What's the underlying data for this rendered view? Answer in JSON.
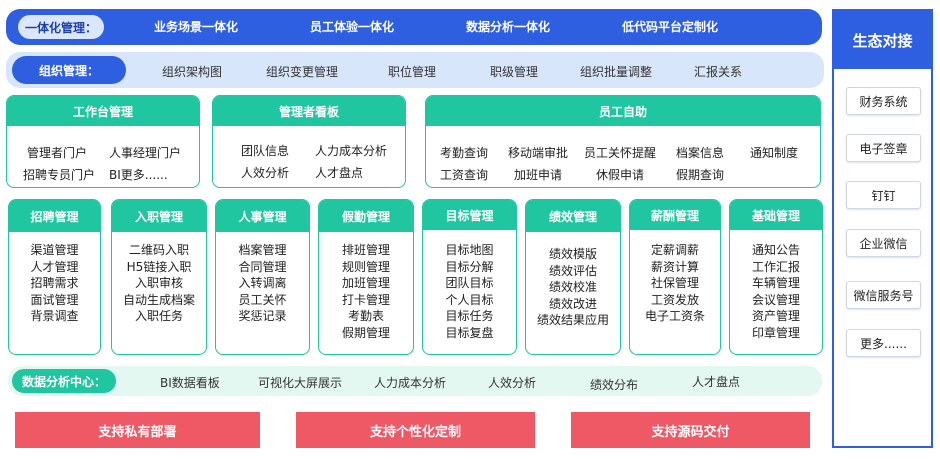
{
  "row1": {
    "label": "一体化管理：",
    "items": [
      "业务场景一体化",
      "员工体验一体化",
      "数据分析一体化",
      "低代码平台定制化"
    ]
  },
  "row2": {
    "label": "组织管理：",
    "items": [
      "组织架构图",
      "组织变更管理",
      "职位管理",
      "职级管理",
      "组织批量调整",
      "汇报关系"
    ]
  },
  "workbench": {
    "title": "工作台管理",
    "items": [
      "管理者门户",
      "人事经理门户",
      "招聘专员门户",
      "BI更多......"
    ]
  },
  "manager_board": {
    "title": "管理者看板",
    "items": [
      "团队信息",
      "人力成本分析",
      "人效分析",
      "人才盘点"
    ]
  },
  "self_service": {
    "title": "员工自助",
    "items": [
      "考勤查询",
      "移动端审批",
      "员工关怀提醒",
      "档案信息",
      "通知制度",
      "工资查询",
      "加班申请",
      "休假申请",
      "假期查询"
    ]
  },
  "modules": [
    {
      "title": "招聘管理",
      "items": [
        "渠道管理",
        "人才管理",
        "招聘需求",
        "面试管理",
        "背景调查"
      ]
    },
    {
      "title": "入职管理",
      "items": [
        "二维码入职",
        "H5链接入职",
        "入职审核",
        "自动生成档案",
        "入职任务"
      ]
    },
    {
      "title": "人事管理",
      "items": [
        "档案管理",
        "合同管理",
        "入转调离",
        "员工关怀",
        "奖惩记录"
      ]
    },
    {
      "title": "假勤管理",
      "items": [
        "排班管理",
        "规则管理",
        "加班管理",
        "打卡管理",
        "考勤表",
        "假期管理"
      ]
    },
    {
      "title": "目标管理",
      "items": [
        "目标地图",
        "目标分解",
        "团队目标",
        "个人目标",
        "目标任务",
        "目标复盘"
      ]
    },
    {
      "title": "绩效管理",
      "items": [
        "绩效模版",
        "绩效评估",
        "绩效校准",
        "绩效改进",
        "绩效结果应用"
      ]
    },
    {
      "title": "薪酬管理",
      "items": [
        "定薪调薪",
        "薪资计算",
        "社保管理",
        "工资发放",
        "电子工资条"
      ]
    },
    {
      "title": "基础管理",
      "items": [
        "通知公告",
        "工作汇报",
        "车辆管理",
        "会议管理",
        "资产管理",
        "印章管理"
      ]
    }
  ],
  "analytics": {
    "label": "数据分析中心：",
    "items": [
      "BI数据看板",
      "可视化大屏展示",
      "人力成本分析",
      "人效分析",
      "绩效分布",
      "人才盘点"
    ]
  },
  "support": [
    "支持私有部署",
    "支持个性化定制",
    "支持源码交付"
  ],
  "ecosystem": {
    "title": "生态对接",
    "items": [
      "财务系统",
      "电子签章",
      "钉钉",
      "企业微信",
      "微信服务号",
      "更多......"
    ]
  },
  "colors": {
    "primary_blue": "#2e5fe0",
    "light_blue": "#d7e6fb",
    "teal": "#1fc6a0",
    "light_teal": "#e2f8f1",
    "coral": "#ef5865"
  }
}
